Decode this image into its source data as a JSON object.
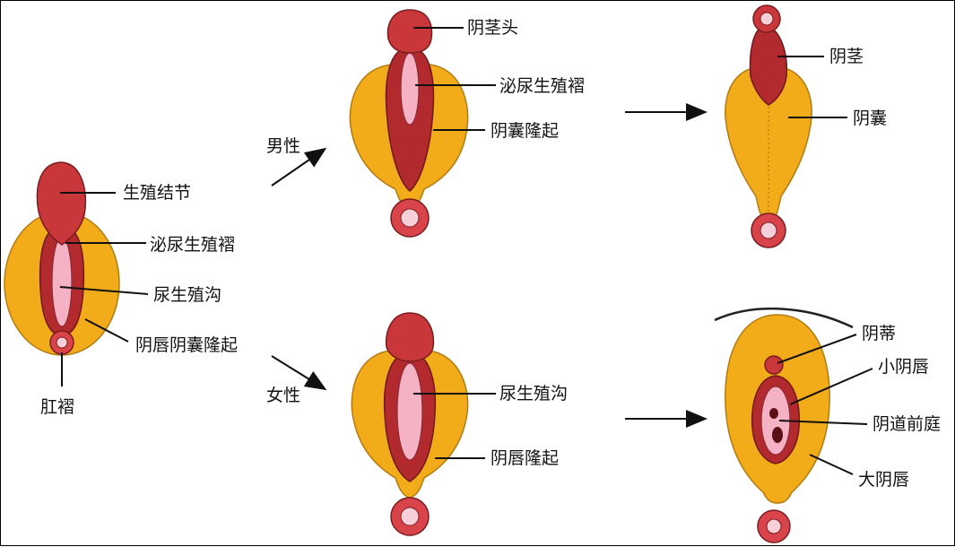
{
  "labels": {
    "indifferent": {
      "genital_tubercle": "生殖结节",
      "urogenital_fold": "泌尿生殖褶",
      "urogenital_groove": "尿生殖沟",
      "labioscrotal_swelling": "阴唇阴囊隆起",
      "anal_fold": "肛褶"
    },
    "branches": {
      "male": "男性",
      "female": "女性"
    },
    "male_mid": {
      "glans": "阴茎头",
      "urogenital_fold": "泌尿生殖褶",
      "scrotal_swelling": "阴囊隆起"
    },
    "male_final": {
      "penis": "阴茎",
      "scrotum": "阴囊"
    },
    "female_mid": {
      "urogenital_groove": "尿生殖沟",
      "labial_swelling": "阴唇隆起"
    },
    "female_final": {
      "clitoris": "阴蒂",
      "labia_minora": "小阴唇",
      "vestibule": "阴道前庭",
      "labia_majora": "大阴唇"
    }
  },
  "colors": {
    "swelling": "#f2ac1a",
    "tubercle": "#c9373a",
    "groove": "#f4b2c4",
    "anus": "#d9434a"
  }
}
